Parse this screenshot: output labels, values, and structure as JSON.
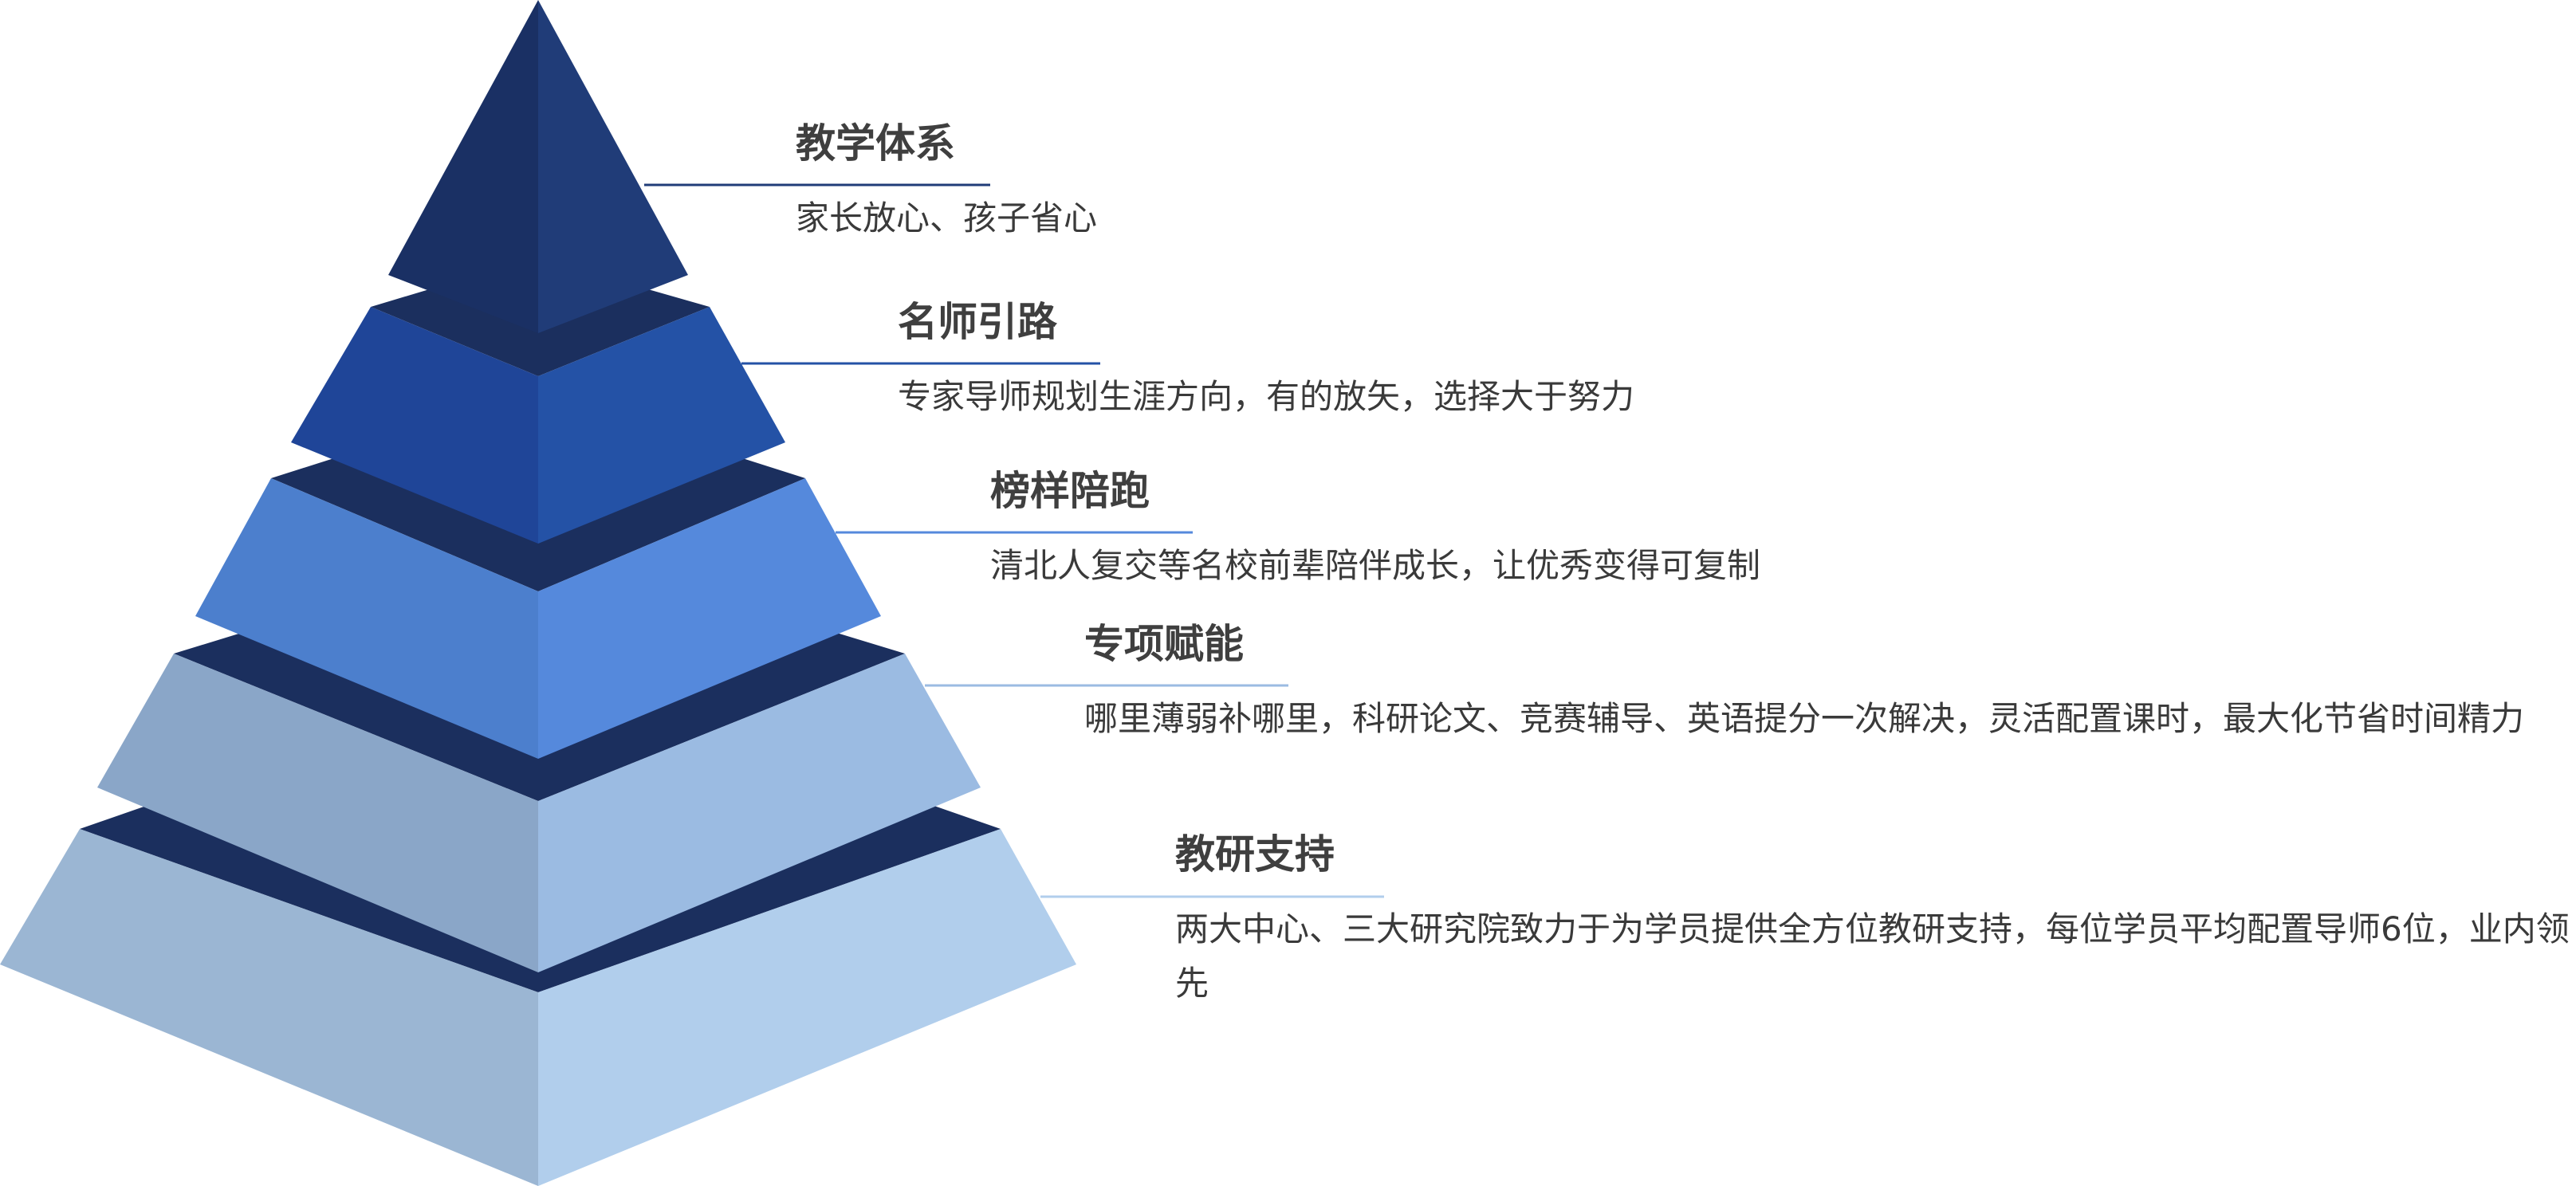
{
  "tiers": [
    {
      "title": "教学体系",
      "description": "家长放心、孩子省心",
      "colors": {
        "left": "#1a3064",
        "right": "#203c78",
        "band": "#1b2f5e"
      }
    },
    {
      "title": "名师引路",
      "description": "专家导师规划生涯方向，有的放矢，选择大于努力",
      "colors": {
        "left": "#1f4598",
        "right": "#2452a6",
        "band": "#1b2f5e"
      }
    },
    {
      "title": "榜样陪跑",
      "description": "清北人复交等名校前辈陪伴成长，让优秀变得可复制",
      "colors": {
        "left": "#4c7fcd",
        "right": "#5589dc",
        "band": "#1b2f5e"
      }
    },
    {
      "title": "专项赋能",
      "description": "哪里薄弱补哪里，科研论文、竞赛辅导、英语提分一次解决，灵活配置课时，最大化节省时间精力",
      "colors": {
        "left": "#8aa6c8",
        "right": "#9bbbe2",
        "band": "#1b2f5e"
      }
    },
    {
      "title": "教研支持",
      "description": "两大中心、三大研究院致力于为学员提供全方位教研支持，每位学员平均配置导师6位，业内领先",
      "colors": {
        "left": "#9bb6d3",
        "right": "#b1ceec",
        "band": "#1b2f5e"
      }
    }
  ],
  "connector_colors": [
    "#203c78",
    "#2452a6",
    "#5589dc",
    "#9bbbe2",
    "#b1ceec"
  ]
}
